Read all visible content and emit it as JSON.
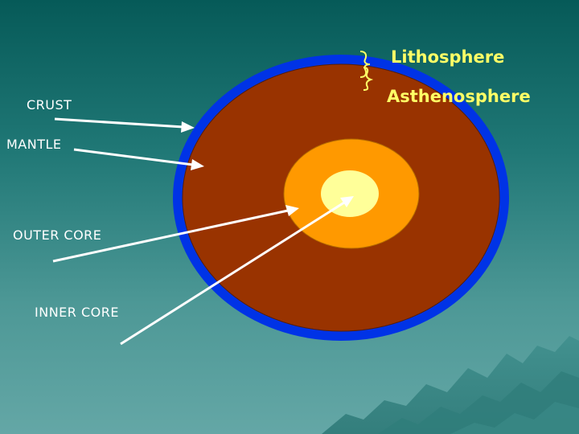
{
  "labels": {
    "crust": "CRUST",
    "mantle": "MANTLE",
    "outer_core": "OUTER CORE",
    "inner_core": "INNER CORE",
    "lithosphere": "Lithosphere",
    "asthenosphere": "Asthenosphere"
  },
  "colors": {
    "crust": "#0033e6",
    "mantle": "#993300",
    "outer_core": "#ff9900",
    "inner_core": "#ffff99",
    "arrow": "#ffffff",
    "bracket": "#ffff66",
    "layer_label": "#ffff66"
  }
}
